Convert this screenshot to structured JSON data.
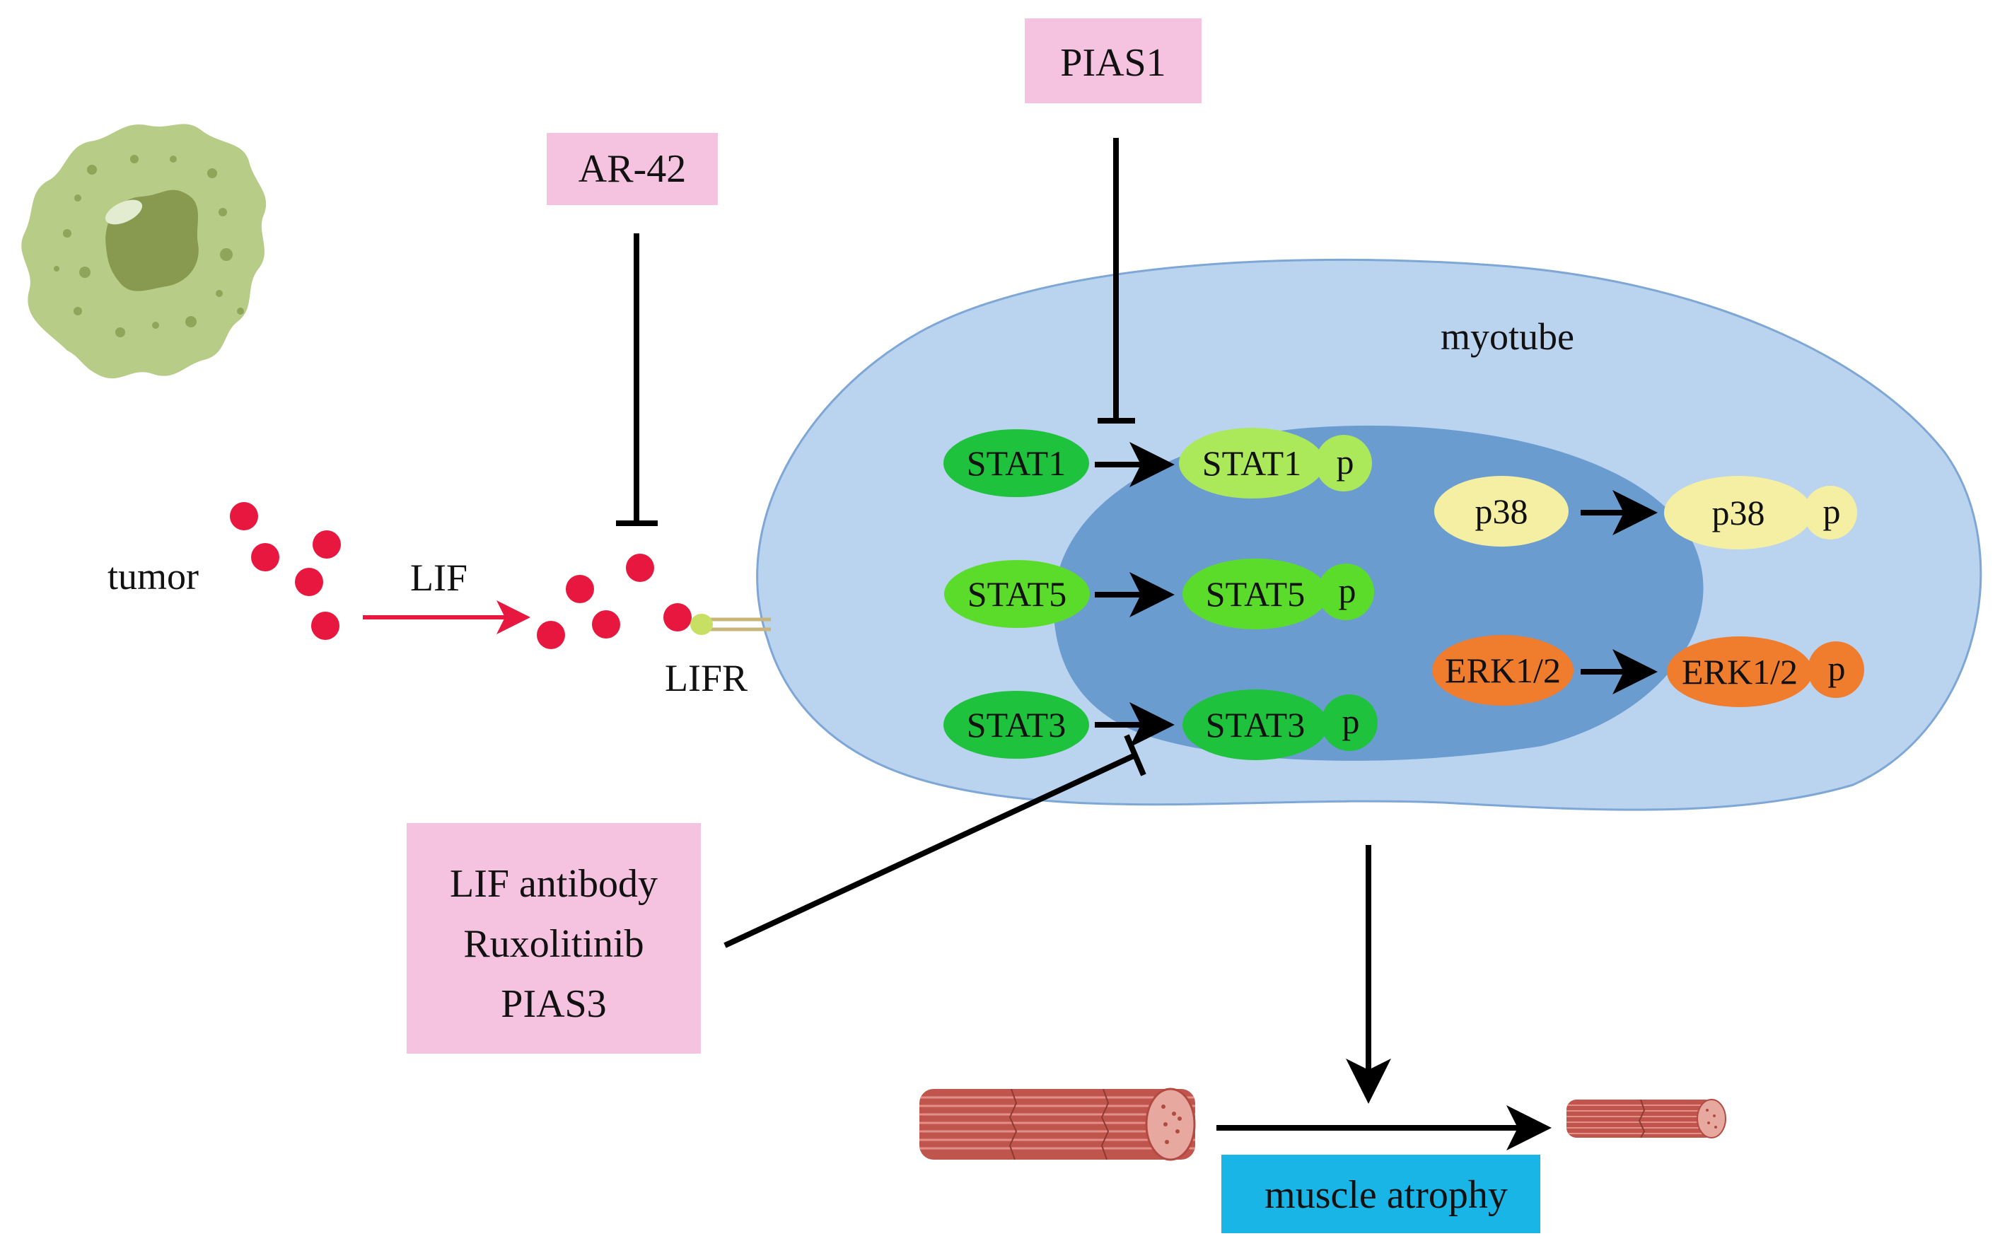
{
  "labels": {
    "tumor": "tumor",
    "lif": "LIF",
    "lifr": "LIFR",
    "myotube": "myotube",
    "ar42": "AR-42",
    "pias1": "PIAS1",
    "inhibitors": [
      "LIF antibody",
      "Ruxolitinib",
      "PIAS3"
    ],
    "muscle_atrophy": "muscle atrophy"
  },
  "nodes": {
    "stat1": "STAT1",
    "stat5": "STAT5",
    "stat3": "STAT3",
    "p38": "p38",
    "erk": "ERK1/2",
    "phospho": "p"
  },
  "colors": {
    "inhibitor_box": "#f5c3e0",
    "muscle_atrophy_box": "#19b5e6",
    "cell_outer": "#bad3ef",
    "cell_outer_stroke": "#7ea7d6",
    "nucleus": "#6b9cd0",
    "stat1": "#abe85a",
    "stat5": "#5cdc2a",
    "stat3": "#1fc23c",
    "p38": "#f4efa3",
    "erk": "#ef7d2d",
    "lif_dot": "#e8173f",
    "lif_arrow": "#e8173f",
    "tumor": "#b7cc86",
    "tumor_nucleus": "#879a4f",
    "muscle": "#c0554d"
  }
}
